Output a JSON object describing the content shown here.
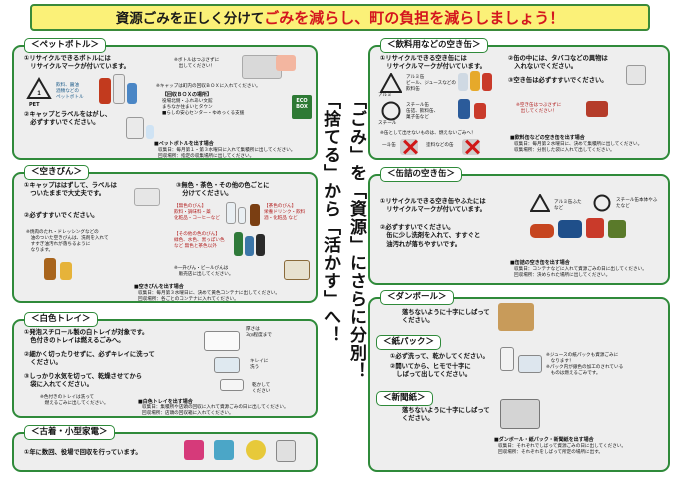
{
  "header": {
    "lead": "資源ごみを正しく分けて",
    "emphasis": "ごみを減らし、町の負担を減らしましょう！"
  },
  "slogan": {
    "col1": "「ごみ」を「資源」にさらに分別！",
    "col2": "「捨てる」から「活かす」へ！"
  },
  "pet": {
    "title": "＜ペットボトル＞",
    "step1": [
      "①リサイクルできるボトルには",
      "　リサイクルマークが付いています。"
    ],
    "pet_mark": "PET",
    "examples": [
      "飲料、醤油",
      "酒類などの",
      "ペットボトル"
    ],
    "note_cap": "※ボトルはつぶさずに",
    "note_cap2": "　出してください！",
    "note_box1": "※キャップは町内の回収ＢＯＸに入れてください。",
    "box_places_title": "【回収ＢＯＸの場所】",
    "box_places": [
      "役場北側・ふれあい文館",
      "まちなか住まいとタウン",
      "■らしの安心センター・ゆめっくる支援"
    ],
    "recycle_box_label": "ECO BOX",
    "step2": [
      "②キャップとラベルをはがし、",
      "　必ずすすいでください。"
    ],
    "schedule_title": "■ペットボトルを出す場合",
    "schedule": [
      "収集日：毎月第１・第３水曜日に入れて集積所に出してください。",
      "回収場所：指定の収集場所に出してください。"
    ]
  },
  "cans": {
    "title": "＜空きびん＞",
    "step1": [
      "①キャップははずして、ラベルは",
      "　ついたままで大丈夫です。"
    ],
    "step2": "②必ずすすいでください。",
    "note_oil": [
      "※焼肉のたれ・ドレッシングなどの",
      "　油のついた空きびんは、洗剤を入れて",
      "　すすぎ油汚れが落ちるように",
      "　なります。"
    ],
    "step3": [
      "③無色・茶色・その他の色ごとに",
      "　分けてください。"
    ],
    "color_clear": [
      "【無色のびん】",
      "飲料・調味料・薬",
      "化粧品・コーヒーなど"
    ],
    "color_brown": [
      "【茶色のびん】",
      "栄養ドリンク・飲料",
      "酒・化粧品 など"
    ],
    "color_other": [
      "【その他の色のびん】",
      "緑色、水色、黒っぽい色",
      "など 無色と茶色以外"
    ],
    "note_beer": [
      "※一升びん・ビールびんは",
      "　販売店に出してください。"
    ],
    "schedule_title": "■空きびんを出す場合",
    "schedule": [
      "収集日：毎月第３水曜日に、決めて黄色コンテナに出してください。",
      "回収場所：各ごとのコンテナに入れてください。"
    ]
  },
  "tray": {
    "title": "＜白色トレイ＞",
    "step1": [
      "①発泡スチロール製の白トレイが対象です。",
      "　色付きのトレイは燃えるごみへ。"
    ],
    "step2": [
      "②細かく切ったりせずに、必ずキレイに洗って",
      "　ください。"
    ],
    "step3": [
      "③しっかり水気を切って、乾燥させてから",
      "　袋に入れてください。"
    ],
    "note_dirty": [
      "※色付きのトレイは洗って",
      "　燃えるごみに出してください。"
    ],
    "bubble1": [
      "厚さは",
      "3㎝程度まで"
    ],
    "bubble2": [
      "キレイに",
      "洗う"
    ],
    "bubble3": [
      "乾かして",
      "ください"
    ],
    "schedule_title": "■白色トレイを出す場合",
    "schedule": [
      "収集日：集積所や店頭の回収に入れて資源ごみの日に出してください。",
      "回収場所：店頭の回収箱に入れてください。"
    ]
  },
  "old": {
    "title": "＜古着・小型家電＞",
    "step1": "①年に数回、役場で回収を行っています。"
  },
  "drinkcans": {
    "title": "＜飲料用などの空き缶＞",
    "step1": [
      "①リサイクルできる空き缶には",
      "　リサイクルマークが付いています。"
    ],
    "mark_alu": "アルミ",
    "mark_steel": "スチール",
    "alu_examples": [
      "アルミ缶",
      "ビール、ジュースなどの",
      "飲料缶"
    ],
    "steel_examples": [
      "スチール缶",
      "缶詰、飲料缶、",
      "菓子缶など"
    ],
    "step2": [
      "②缶の中には、タバコなどの異物は",
      "　入れないでください。"
    ],
    "step3": "③空き缶は必ずすすいでください。",
    "note_crush": [
      "※空き缶はつぶさずに",
      "　出してください！"
    ],
    "no_label": "※缶として出せないものは、燃えないごみへ！",
    "no_item1": "一斗缶",
    "no_item2": "塗料などの缶",
    "schedule_title": "■飲料缶などの空き缶を出す場合",
    "schedule": [
      "収集日：毎月第２水曜日に、決めて集積所に出してください。",
      "収集場所：分別した袋に入れて出してください。"
    ]
  },
  "foodcans": {
    "title": "＜缶詰の空き缶＞",
    "step1": [
      "①リサイクルできる空き缶やふたには",
      "　リサイクルマークが付いています。"
    ],
    "mark_alu": "アルミ缶ふたなど",
    "mark_steel": "スチール缶本体やふたなど",
    "step2": [
      "②必ずすすいでください。",
      "　缶に少し洗剤を入れて、すすぐと",
      "　油汚れが落ちやすいです。"
    ],
    "schedule_title": "■缶詰の空き缶を出す場合",
    "schedule": [
      "収集日：コンテナなどに入れて資源ごみの日に出してください。",
      "回収場所：決められた場所に出してください。"
    ]
  },
  "cardboard": {
    "title": "＜ダンボール＞",
    "step1": [
      "落ちないように十字にしばって",
      "ください。"
    ]
  },
  "paperpack": {
    "title": "＜紙パック＞",
    "step1": "①必ず洗って、乾かしてください。",
    "step2": [
      "②開いてから、ヒモで十字に",
      "　しばって出してください。"
    ],
    "note": [
      "※ジュースの紙パックも資源ごみに",
      "　なります！",
      "※パック内が銀色の加工のされている",
      "　ものは燃えるごみです。"
    ]
  },
  "newspaper": {
    "title": "＜新聞紙＞",
    "step1": [
      "落ちないように十字にしばって",
      "ください。"
    ],
    "schedule_title": "■ダンボール・紙パック・新聞紙を出す場合",
    "schedule": [
      "収集日：それぞれでしばって資源ごみの日に出してください。",
      "回収場所：それぞれをしばって所定の場所に出す。"
    ]
  },
  "colors": {
    "header_bg": "#fbf178",
    "header_emphasis": "#d4161e",
    "panel_border": "#2f8a3a",
    "panel_bg": "#eeeeee",
    "slogan_red": "#d4161e"
  }
}
